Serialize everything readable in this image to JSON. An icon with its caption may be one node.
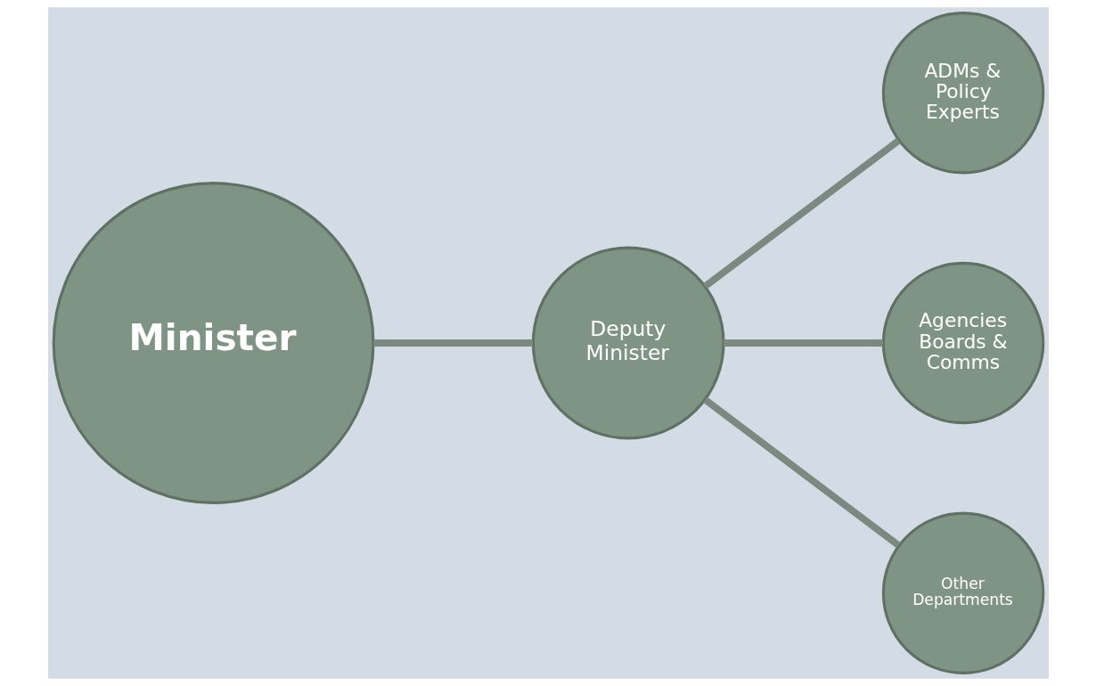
{
  "diagram": {
    "nodes": [
      {
        "text": [
          "Minister"
        ]
      },
      {
        "text": [
          "Deputy Minister"
        ]
      },
      {
        "text": [
          "ADMs & Policy Experts"
        ]
      },
      {
        "text": [
          "Agencies Boards & Comms"
        ]
      },
      {
        "text": [
          "Other Departments"
        ]
      }
    ],
    "edges": [
      {
        "from": 0,
        "to": 1,
        "arrow": "none"
      },
      {
        "from": 1,
        "to": 2,
        "arrow": "none"
      },
      {
        "from": 1,
        "to": 3,
        "arrow": "none"
      },
      {
        "from": 1,
        "to": 4,
        "arrow": "none"
      }
    ]
  }
}
